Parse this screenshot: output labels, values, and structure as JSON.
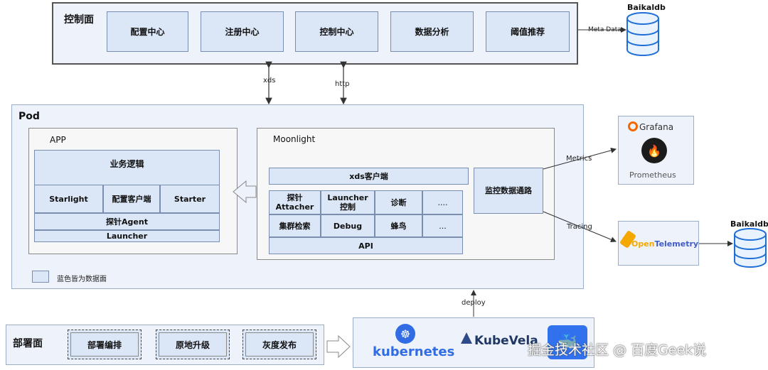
{
  "control_plane": {
    "title": "控制面",
    "items": [
      "配置中心",
      "注册中心",
      "控制中心",
      "数据分析",
      "阈值推荐"
    ],
    "meta_data_label": "Meta Data",
    "db_label": "Baikaldb"
  },
  "links": {
    "xds": "xds",
    "http": "http",
    "metrics": "Metrics",
    "tracing": "Tracing",
    "deploy": "deploy"
  },
  "pod": {
    "title": "Pod",
    "legend": "蓝色皆为数据面",
    "app": {
      "title": "APP",
      "business_logic": "业务逻辑",
      "row": [
        "Starlight",
        "配置客户端",
        "Starter"
      ],
      "agent": "探针Agent",
      "launcher": "Launcher"
    },
    "moonlight": {
      "title": "Moonlight",
      "xds_client": "xds客户端",
      "grid": [
        [
          "探针\nAttacher",
          "Launcher\n控制",
          "诊断",
          "...."
        ],
        [
          "集群检索",
          "Debug",
          "蜂鸟",
          "..."
        ]
      ],
      "api": "API",
      "monitor": "监控数据通路"
    }
  },
  "observability": {
    "grafana": "Grafana",
    "prometheus": "Prometheus",
    "opentelemetry_open": "Open",
    "opentelemetry_rest": "Telemetry",
    "db_label": "Baikaldb"
  },
  "deploy_plane": {
    "title": "部署面",
    "items": [
      "部署编排",
      "原地升级",
      "灰度发布"
    ],
    "kubernetes": "kubernetes",
    "kubevela": "KubeVela"
  },
  "watermark": "掘金技术社区 @ 百度Geek说"
}
